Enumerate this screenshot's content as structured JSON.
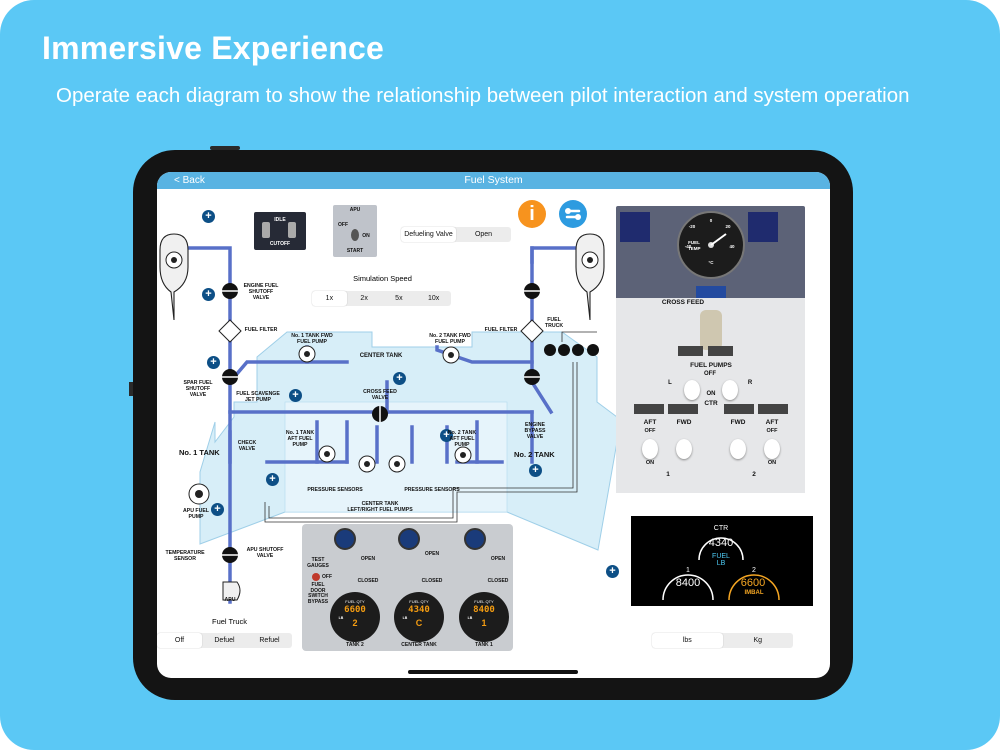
{
  "headline": "Immersive Experience",
  "subline": "Operate each diagram to show the relationship between pilot interaction and system operation",
  "nav": {
    "back": "< Back",
    "title": "Fuel System"
  },
  "defuel_valve": {
    "label": "Defueling Valve",
    "value": "Open"
  },
  "sim_speed": {
    "title": "Simulation Speed",
    "options": [
      "1x",
      "2x",
      "5x",
      "10x"
    ],
    "selected": "1x"
  },
  "fuel_truck": {
    "title": "Fuel Truck",
    "options": [
      "Off",
      "Defuel",
      "Refuel"
    ],
    "selected": "Off"
  },
  "units": {
    "options": [
      "lbs",
      "Kg"
    ],
    "selected": "lbs"
  },
  "engine_switch": {
    "idle": "IDLE",
    "cutoff": "CUTOFF"
  },
  "apu_switch": {
    "title": "APU",
    "off": "OFF",
    "on": "ON",
    "start": "START"
  },
  "labels": {
    "engine_fuel_shutoff": "ENGINE FUEL\nSHUTOFF\nVALVE",
    "fuel_filter_l": "FUEL FILTER",
    "fuel_filter_r": "FUEL FILTER",
    "fuel_truck": "FUEL\nTRUCK",
    "tank1_fwd": "No. 1 TANK FWD\nFUEL PUMP",
    "tank2_fwd": "No. 2 TANK FWD\nFUEL PUMP",
    "center_tank": "CENTER TANK",
    "spar_valve": "SPAR FUEL\nSHUTOFF\nVALVE",
    "scavenge": "FUEL SCAVENGE\nJET PUMP",
    "crossfeed": "CROSS FEED\nVALVE",
    "tank1_aft": "No. 1 TANK\nAFT FUEL\nPUMP",
    "tank2_aft": "No. 2 TANK\nAFT FUEL\nPUMP",
    "engine_bypass": "ENGINE\nBYPASS\nVALVE",
    "check_valve": "CHECK\nVALVE",
    "no1_tank": "No. 1 TANK",
    "no2_tank": "No. 2 TANK",
    "pressure_l": "PRESSURE SENSORS",
    "pressure_r": "PRESSURE SENSORS",
    "center_pumps": "CENTER TANK\nLEFT/RIGHT FUEL PUMPS",
    "apu_pump": "APU FUEL\nPUMP",
    "temp_sensor": "TEMPERATURE\nSENSOR",
    "apu_shutoff": "APU SHUTOFF\nVALVE",
    "apu": "APU"
  },
  "overhead": {
    "crossfeed": "CROSS FEED",
    "fuel_pumps": "FUEL PUMPS",
    "off": "OFF",
    "on": "ON",
    "ctr": "CTR",
    "l": "L",
    "r": "R",
    "aft": "AFT",
    "fwd": "FWD",
    "one": "1",
    "two": "2",
    "gauge_fuel": "FUEL\nTEMP",
    "gauge_unit": "°C",
    "gauge_ticks": [
      "-20",
      "0",
      "20",
      "-40",
      "40"
    ]
  },
  "digital": {
    "ctr_label": "CTR",
    "ctr_value": "4340",
    "fuel": "FUEL",
    "lb": "LB",
    "left_num": "1",
    "left_value": "8400",
    "right_num": "2",
    "right_value": "6600",
    "imbal": "IMBAL"
  },
  "qty_panel": {
    "test": "TEST\nGAUGES",
    "off": "OFF",
    "door": "FUEL\nDOOR\nSWITCH\nBYPASS",
    "open": "OPEN",
    "closed": "CLOSED",
    "gauges": [
      {
        "title": "FUEL QTY",
        "value": "6600",
        "unit": "LB",
        "id": "2",
        "label": "TANK 2"
      },
      {
        "title": "FUEL QTY",
        "value": "4340",
        "unit": "LB",
        "id": "C",
        "label": "CENTER TANK"
      },
      {
        "title": "FUEL QTY",
        "value": "8400",
        "unit": "LB",
        "id": "1",
        "label": "TANK 1"
      }
    ]
  },
  "colors": {
    "bg": "#5bc8f5",
    "pipe": "#5870c8",
    "tank_fill": "#d7eef8",
    "accent_orange": "#f7931e",
    "accent_blue": "#2d9be0"
  }
}
